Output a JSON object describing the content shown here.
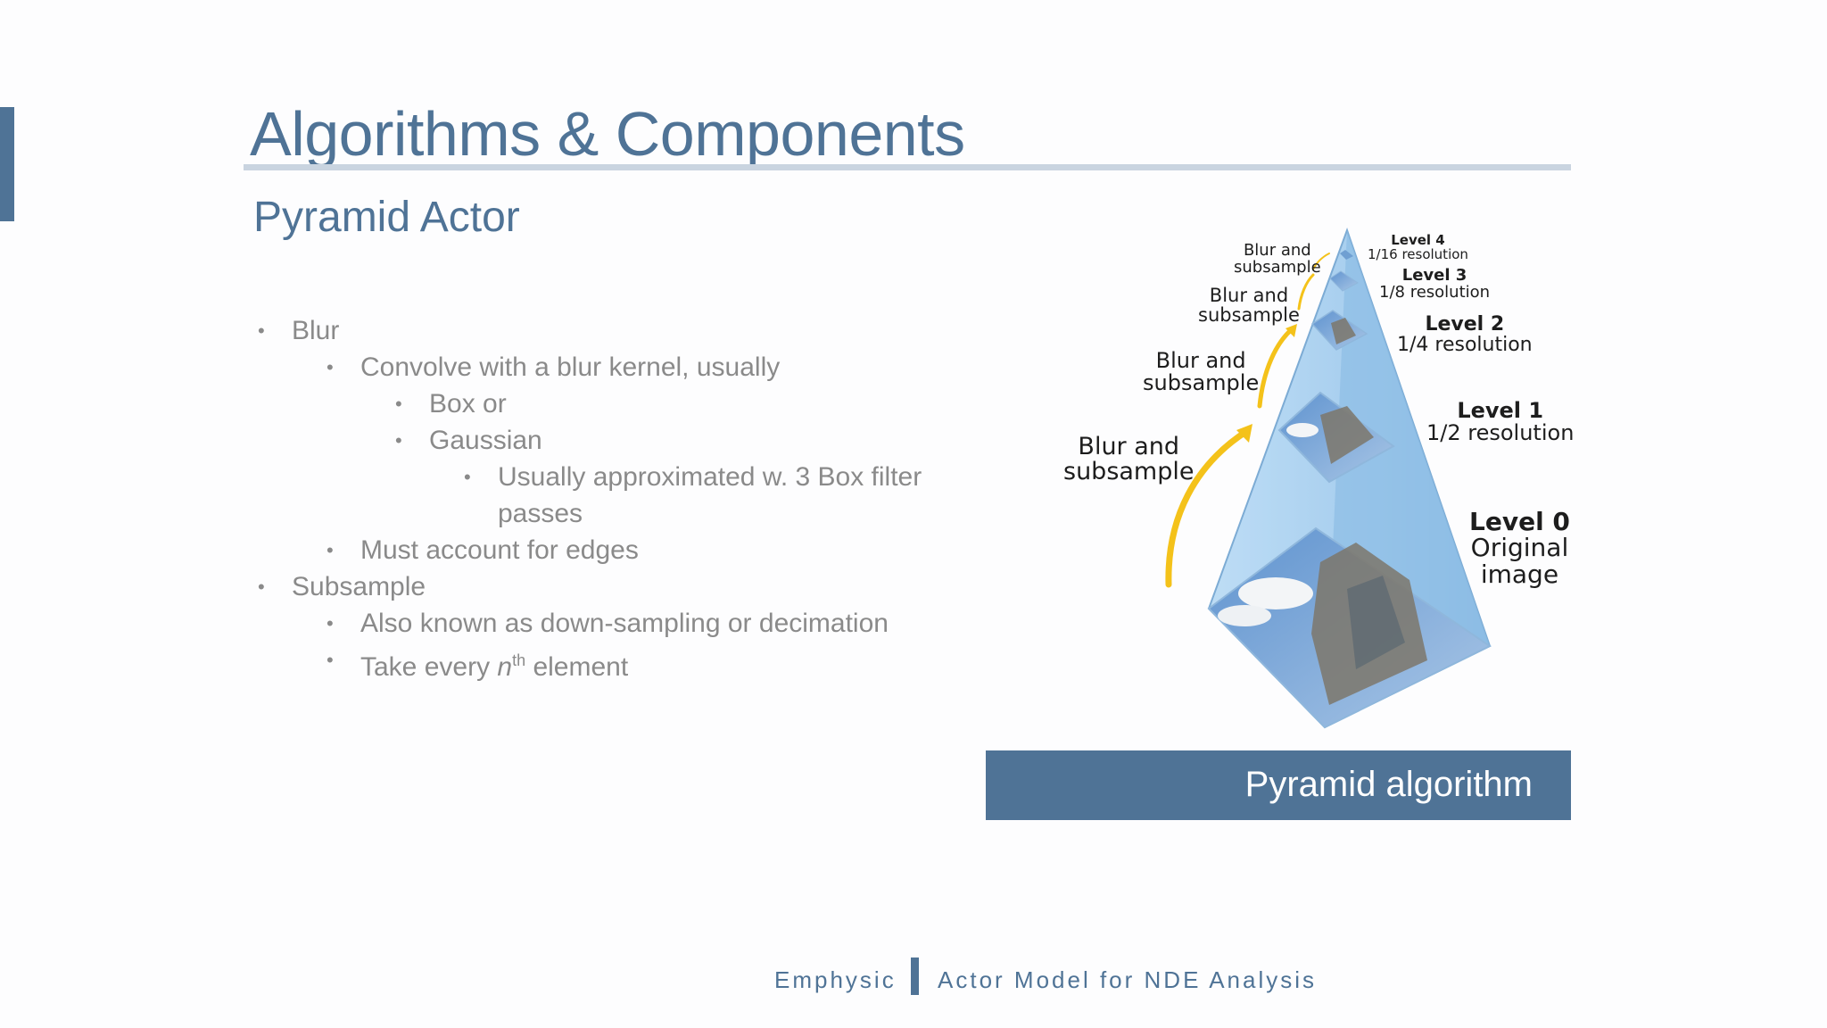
{
  "slide": {
    "title": "Algorithms & Components",
    "subtitle": "Pyramid Actor"
  },
  "bullets": {
    "b1": "Blur",
    "b1_1": "Convolve with a blur kernel, usually",
    "b1_1_1": "Box or",
    "b1_1_2": "Gaussian",
    "b1_1_2_1_line1": "Usually approximated w. 3 Box filter",
    "b1_1_2_1_line2": "passes",
    "b1_2": "Must account for edges",
    "b2": "Subsample",
    "b2_1": "Also known as down-sampling or decimation",
    "b2_2_prefix": "Take every ",
    "b2_2_var": "n",
    "b2_2_sup": "th",
    "b2_2_suffix": " element",
    "bullet_glyph": "•"
  },
  "figure": {
    "levels": [
      {
        "name": "Level 4",
        "desc": "1/16 resolution"
      },
      {
        "name": "Level 3",
        "desc": "1/8 resolution"
      },
      {
        "name": "Level 2",
        "desc": "1/4 resolution"
      },
      {
        "name": "Level 1",
        "desc": "1/2 resolution"
      },
      {
        "name": "Level 0",
        "desc_line1": "Original",
        "desc_line2": "image"
      }
    ],
    "steps": [
      {
        "line1": "Blur and",
        "line2": "subsample"
      },
      {
        "line1": "Blur and",
        "line2": "subsample"
      },
      {
        "line1": "Blur and",
        "line2": "subsample"
      },
      {
        "line1": "Blur and",
        "line2": "subsample"
      }
    ],
    "colors": {
      "pyramid_fill": "#9cc8ec",
      "pyramid_edge": "#6fa3d0",
      "arrow": "#f4c21a",
      "sky": "#6f9fd2",
      "cloud": "#f4f6f8",
      "building": "#7a7468"
    }
  },
  "caption": "Pyramid algorithm",
  "footer": {
    "left": "Emphysic",
    "right": "Actor Model for NDE Analysis"
  },
  "colors": {
    "accent": "#4f7396",
    "rule": "#c9d4e0",
    "body_text": "#8a8a8a"
  }
}
